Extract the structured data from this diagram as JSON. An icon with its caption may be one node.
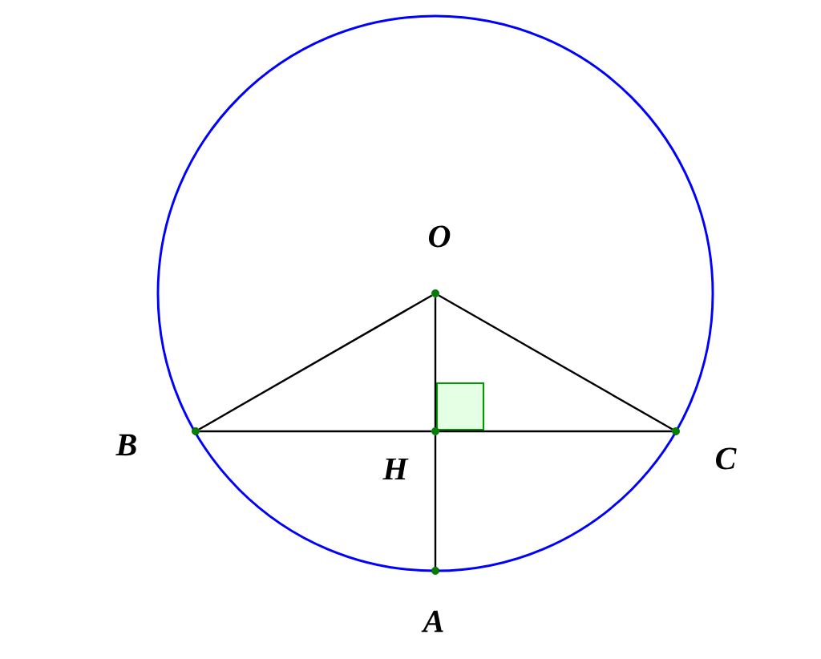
{
  "diagram": {
    "nodes": [
      {
        "text": [],
        "shape": "circle",
        "beside": [
          "O"
        ]
      },
      {
        "text": [],
        "shape": "circle",
        "beside": [
          "B"
        ]
      },
      {
        "text": [],
        "shape": "circle",
        "beside": [
          "H"
        ]
      },
      {
        "text": [],
        "shape": "circle",
        "beside": [
          "C"
        ]
      },
      {
        "text": [],
        "shape": "circle",
        "beside": [
          "A"
        ]
      }
    ],
    "edges": [
      {
        "from": 0,
        "to": 1,
        "arrow": "none"
      },
      {
        "from": 0,
        "to": 3,
        "arrow": "none"
      },
      {
        "from": 1,
        "to": 2,
        "arrow": "none"
      },
      {
        "from": 2,
        "to": 3,
        "arrow": "none"
      },
      {
        "from": 0,
        "to": 2,
        "arrow": "none"
      },
      {
        "from": 2,
        "to": 4,
        "arrow": "none"
      }
    ]
  }
}
